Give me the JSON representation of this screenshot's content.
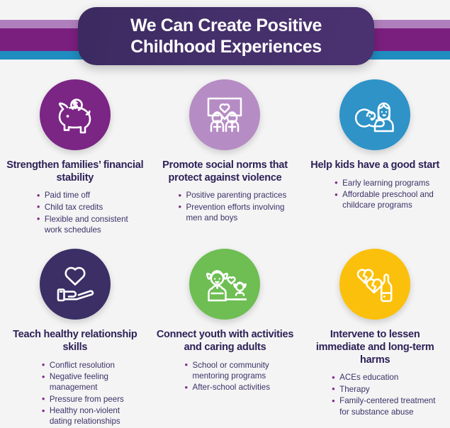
{
  "header": {
    "title_lines": [
      "We Can Create Positive",
      "Childhood Experiences"
    ],
    "banner_color": "#45306b",
    "title_text_color": "#ffffff"
  },
  "stripes": [
    {
      "name": "light-purple-stripe",
      "color": "#b07fbd"
    },
    {
      "name": "purple-stripe",
      "color": "#7b1f7f"
    },
    {
      "name": "blue-stripe",
      "color": "#1f8dc0"
    }
  ],
  "theme": {
    "background": "#f4f4f4",
    "heading_color": "#2e2157",
    "body_text_color": "#3d3168",
    "bullet_color": "#7b2d86"
  },
  "cards": [
    {
      "icon": "piggy-bank-icon",
      "circle_color": "#7b2585",
      "title": "Strengthen families’ financial stability",
      "bullets": [
        "Paid time off",
        "Child tax credits",
        "Flexible and consistent work schedules"
      ]
    },
    {
      "icon": "family-portrait-heart-icon",
      "circle_color": "#b68cc4",
      "title": "Promote social norms that protect against violence",
      "bullets": [
        "Positive parenting practices",
        "Prevention efforts involving men and boys"
      ]
    },
    {
      "icon": "parent-holding-baby-icon",
      "circle_color": "#2f93c8",
      "title": "Help kids have a good start",
      "bullets": [
        "Early learning programs",
        "Affordable preschool and childcare programs"
      ]
    },
    {
      "icon": "hand-holding-heart-icon",
      "circle_color": "#3b2f66",
      "title": "Teach healthy relationship skills",
      "bullets": [
        "Conflict resolution",
        "Negative feeling management",
        "Pressure from peers",
        "Healthy non-violent dating relationships"
      ]
    },
    {
      "icon": "youth-mentor-heart-icon",
      "circle_color": "#6ebe53",
      "title": "Connect youth with activities and caring adults",
      "bullets": [
        "School or community mentoring programs",
        "After-school activities"
      ]
    },
    {
      "icon": "broken-hearts-bottle-icon",
      "circle_color": "#fbc00b",
      "title": "Intervene to lessen immediate and long-term harms",
      "bullets": [
        "ACEs education",
        "Therapy",
        "Family-centered treatment for substance abuse"
      ]
    }
  ]
}
